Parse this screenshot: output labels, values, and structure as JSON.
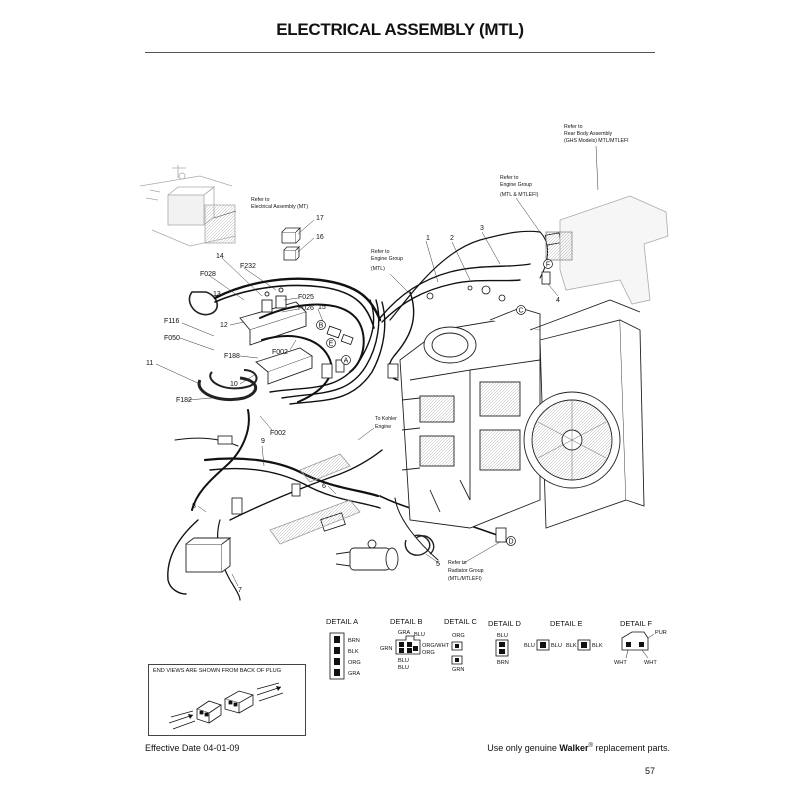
{
  "title": "ELECTRICAL ASSEMBLY (MTL)",
  "refs": {
    "electrical_mt": [
      "Refer to",
      "Electrical Assembly (MT)"
    ],
    "rear_body": [
      "Refer to",
      "Rear Body Assembly",
      "(GHS Models) MTL/MTLEFI"
    ],
    "engine_group_efi": [
      "Refer to",
      "Engine Group",
      "(MTL & MTLEFI)"
    ],
    "engine_group_mtl": [
      "Refer to",
      "Engine Group",
      "(MTL)"
    ],
    "kohler": [
      "To Kohler",
      "Engine"
    ],
    "radiator": [
      "Refer to",
      "Radiator Group",
      "(MTL/MTLEFI)"
    ]
  },
  "callouts": {
    "n1": "1",
    "n2": "2",
    "n3": "3",
    "n4": "4",
    "n5": "5",
    "n6": "6",
    "n7": "7",
    "n8": "8",
    "n9": "9",
    "n10": "10",
    "n11": "11",
    "n12": "12",
    "n13": "13",
    "n14": "14",
    "n15": "15",
    "n16": "16",
    "n17": "17",
    "f232": "F232",
    "f028": "F028",
    "f025": "F025",
    "f026": "F026",
    "f116": "F116",
    "f050": "F050",
    "f188": "F188",
    "f002a": "F002",
    "f002b": "F002",
    "f182": "F182"
  },
  "detail_letters": {
    "a": "A",
    "b": "B",
    "c": "C",
    "d": "D",
    "e": "E",
    "f": "F"
  },
  "details": {
    "a": {
      "label": "DETAIL A",
      "wires": [
        "BRN",
        "BLK",
        "ORG",
        "GRA"
      ]
    },
    "b": {
      "label": "DETAIL B",
      "wires": {
        "top": [
          "GRA",
          "BLU"
        ],
        "left": "GRN",
        "right": [
          "ORG/WHT",
          "ORG"
        ],
        "bottom": [
          "BLU",
          "BLU"
        ]
      }
    },
    "c": {
      "label": "DETAIL C",
      "wires": [
        "ORG",
        "GRN"
      ]
    },
    "d": {
      "label": "DETAIL D",
      "wires": [
        "BLU",
        "BRN"
      ]
    },
    "e": {
      "label": "DETAIL E",
      "wires": [
        "BLU",
        "BLU",
        "BLK",
        "BLK"
      ]
    },
    "f": {
      "label": "DETAIL F",
      "wires": [
        "PUR",
        "WHT",
        "WHT"
      ]
    }
  },
  "end_view_label": "END VIEWS ARE SHOWN FROM BACK OF PLUG",
  "footer": {
    "effective_date": "Effective Date 04-01-09",
    "tagline_pre": "Use only genuine ",
    "brand": "Walker",
    "registered": "®",
    "tagline_post": " replacement parts.",
    "page_number": "57"
  }
}
